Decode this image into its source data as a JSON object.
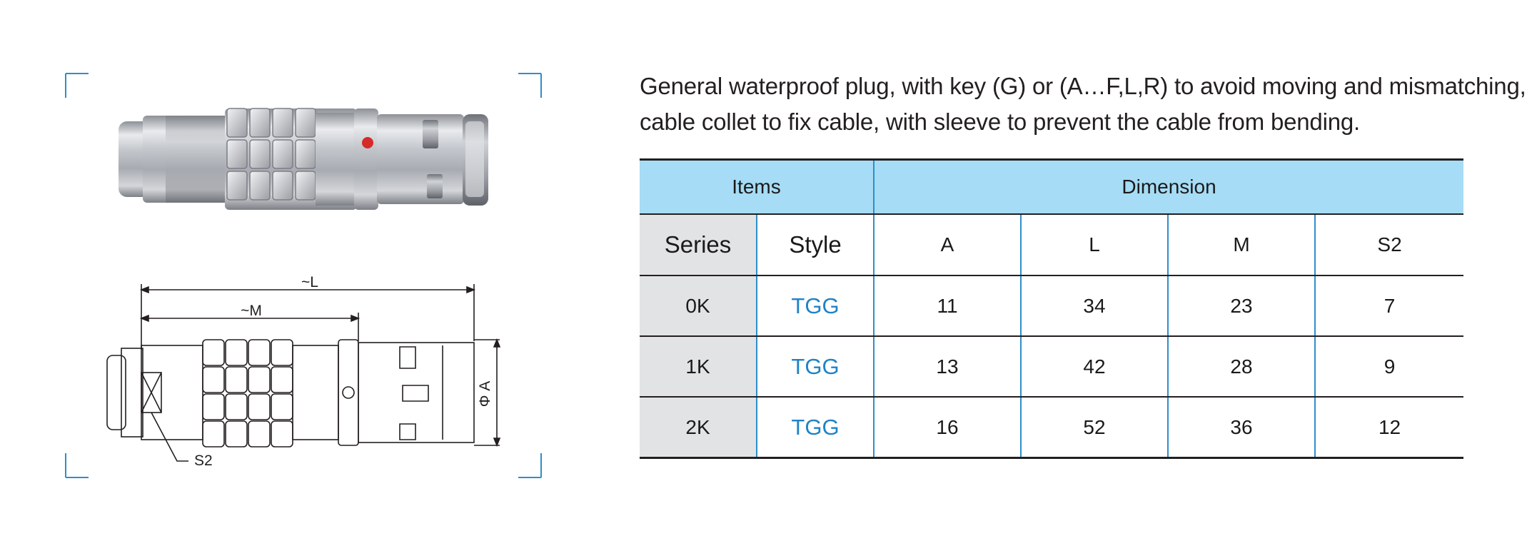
{
  "illustration": {
    "dimension_labels": {
      "overall_length": "~L",
      "m_length": "~M",
      "diameter": "Φ A",
      "s2": "S2"
    },
    "colors": {
      "frame_corners": "#2e8fc9",
      "metal": "#b9bcc2",
      "red_dot": "#d42a2a"
    }
  },
  "description": {
    "line1": "General waterproof plug, with key (G) or (A…F,L,R)  to avoid moving and mismatching,",
    "line2": "cable collet to fix cable, with sleeve to prevent the cable from bending."
  },
  "table": {
    "group_headers": {
      "items": "Items",
      "dimension": "Dimension"
    },
    "columns": {
      "series": "Series",
      "style": "Style",
      "a": "A",
      "l": "L",
      "m": "M",
      "s2": "S2"
    },
    "rows": [
      {
        "series": "0K",
        "style": "TGG",
        "a": "11",
        "l": "34",
        "m": "23",
        "s2": "7"
      },
      {
        "series": "1K",
        "style": "TGG",
        "a": "13",
        "l": "42",
        "m": "28",
        "s2": "9"
      },
      {
        "series": "2K",
        "style": "TGG",
        "a": "16",
        "l": "52",
        "m": "36",
        "s2": "12"
      }
    ],
    "colors": {
      "header_bg": "#a6dcf5",
      "series_bg": "#e2e3e5",
      "style_text": "#1f83c6",
      "divider": "#2e8fc9"
    }
  }
}
